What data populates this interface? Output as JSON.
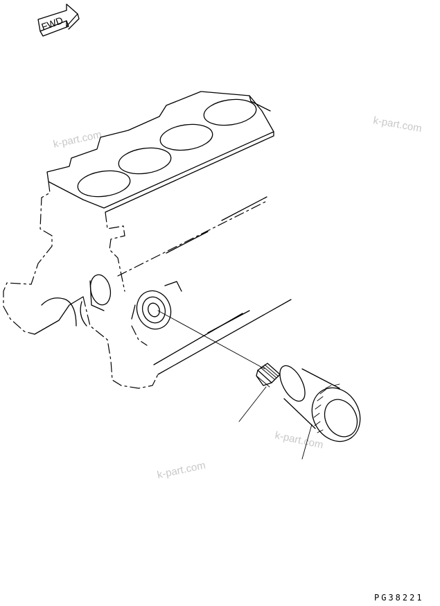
{
  "direction_indicator": {
    "label": "FWD"
  },
  "watermarks": [
    "k-part.com",
    "k-part.com",
    "k-part.com",
    "k-part.com"
  ],
  "drawing_number": "PG38221"
}
